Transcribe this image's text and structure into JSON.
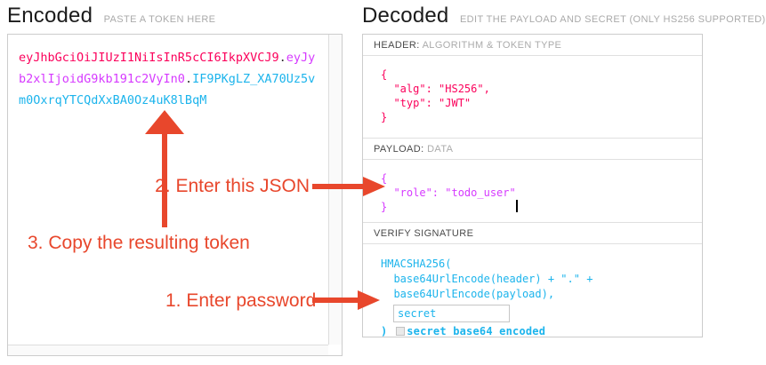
{
  "encoded_panel": {
    "title": "Encoded",
    "subtitle": "PASTE A TOKEN HERE",
    "token": {
      "separator": ".",
      "header": "eyJhbGciOiJIUzI1NiIsInR5cCI6IkpXVCJ9",
      "payload": "eyJyb2xlIjoidG9kb191c2VyIn0",
      "signature": "IF9PKgLZ_XA70Uz5vm0OxrqYTCQdXxBA0Oz4uK8lBqM"
    }
  },
  "decoded_panel": {
    "title": "Decoded",
    "subtitle": "EDIT THE PAYLOAD AND SECRET (ONLY HS256 SUPPORTED)",
    "header_section": {
      "label_strong": "HEADER:",
      "label_light": "ALGORITHM & TOKEN TYPE",
      "json": "{\n  \"alg\": \"HS256\",\n  \"typ\": \"JWT\"\n}"
    },
    "payload_section": {
      "label_strong": "PAYLOAD:",
      "label_light": "DATA",
      "json": "{\n  \"role\": \"todo_user\"\n}"
    },
    "signature_section": {
      "label": "VERIFY SIGNATURE",
      "code": "HMACSHA256(\n  base64UrlEncode(header) + \".\" +\n  base64UrlEncode(payload),",
      "closing_paren": ")",
      "secret_value": "secret",
      "checkbox_label": "secret base64 encoded",
      "checkbox_checked": false
    }
  },
  "annotations": {
    "step1": "1. Enter password",
    "step2": "2. Enter this JSON",
    "step3": "3. Copy the resulting token"
  },
  "colors": {
    "token_header": "#fb015b",
    "token_payload": "#d63aff",
    "token_signature": "#1cb4ec",
    "annotation": "#e8472c"
  }
}
